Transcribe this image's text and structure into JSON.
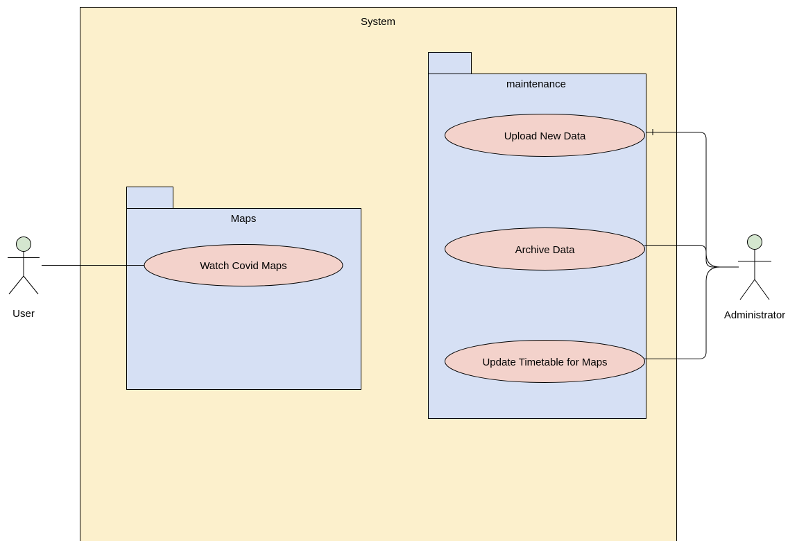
{
  "system": {
    "label": "System"
  },
  "packages": {
    "maps": {
      "label": "Maps"
    },
    "maintenance": {
      "label": "maintenance"
    }
  },
  "use_cases": {
    "watch_covid_maps": "Watch Covid Maps",
    "upload_new_data": "Upload New Data",
    "archive_data": "Archive Data",
    "update_timetable": "Update Timetable for Maps"
  },
  "actors": {
    "user": {
      "label": "User"
    },
    "administrator": {
      "label": "Administrator"
    }
  },
  "colors": {
    "system_fill": "#fcf0cc",
    "package_fill": "#d6e0f4",
    "usecase_fill": "#f3d2cb",
    "actor_head_fill": "#d4e6cf",
    "line": "#000000"
  }
}
